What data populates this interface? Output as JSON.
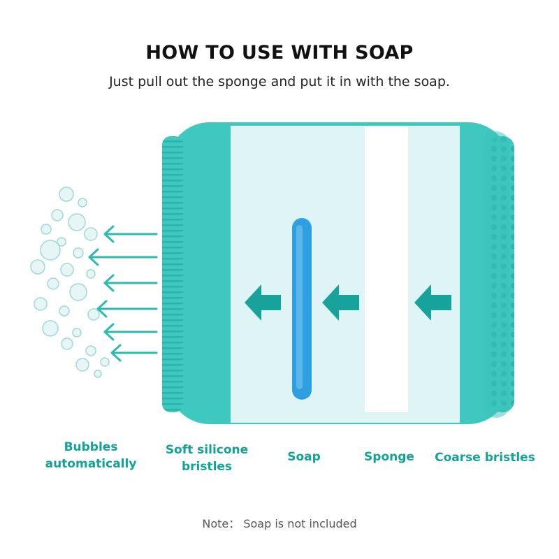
{
  "heading": {
    "title": "HOW TO USE WITH SOAP",
    "subtitle": "Just pull out the sponge and put it in with the soap."
  },
  "labels": {
    "bubbles_line1": "Bubbles",
    "bubbles_line2": "automatically",
    "soft_line1": "Soft silicone",
    "soft_line2": "bristles",
    "soap": "Soap",
    "sponge": "Sponge",
    "coarse": "Coarse bristles"
  },
  "note": "Note： Soap is not included",
  "colors": {
    "teal": "#3ec8c0",
    "teal_dark": "#159f97",
    "label_teal": "#12a29a",
    "soap_blue": "#2f9fe0",
    "panel": "#dff4f5"
  },
  "icons": [
    "bubbles-icon",
    "arrow-left-icon"
  ]
}
